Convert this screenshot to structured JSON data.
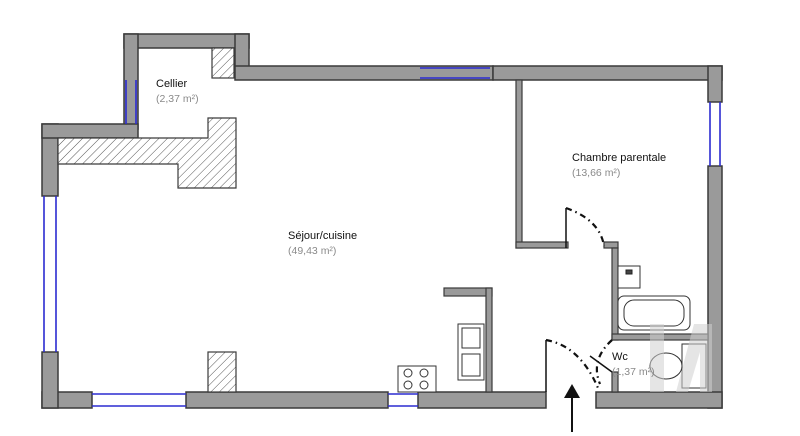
{
  "rooms": [
    {
      "name": "Cellier",
      "area": "(2,37 m²)"
    },
    {
      "name": "Séjour/cuisine",
      "area": "(49,43 m²)"
    },
    {
      "name": "Chambre parentale",
      "area": "(13,66 m²)"
    },
    {
      "name": "Wc",
      "area": "(1,37 m²)"
    }
  ],
  "icons": {
    "entrance": "entrance-arrow-icon",
    "watermark": "logo-watermark"
  },
  "colors": {
    "wall": "#9a9a9a",
    "wall_outline": "#3a3a3a",
    "window": "#2b2bd0",
    "area_text": "#8a8a8a"
  }
}
